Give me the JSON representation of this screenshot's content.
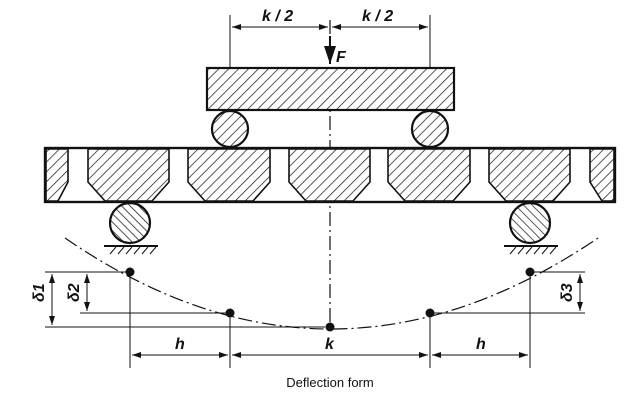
{
  "labels": {
    "half_span_left": "k / 2",
    "half_span_right": "k / 2",
    "force": "F",
    "delta1": "δ1",
    "delta2": "δ2",
    "delta3": "δ3",
    "h_left": "h",
    "k_center": "k",
    "h_right": "h",
    "caption": "Deflection form"
  }
}
